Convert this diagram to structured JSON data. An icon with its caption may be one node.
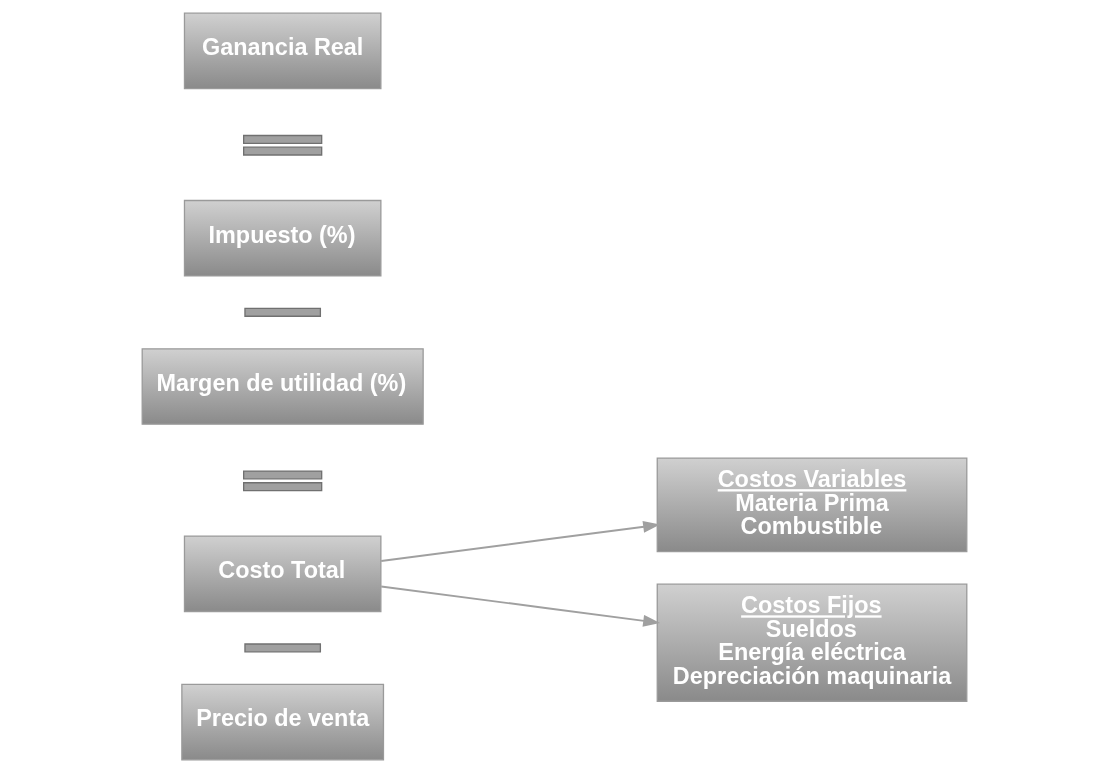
{
  "diagram": {
    "nodes": [
      {
        "text": [
          "Precio de venta"
        ]
      },
      {
        "text": [],
        "shape": "minus"
      },
      {
        "text": [
          "Costo Total"
        ]
      },
      {
        "text": [],
        "shape": "equals"
      },
      {
        "text": [
          "Margen de utilidad (%)"
        ]
      },
      {
        "text": [],
        "shape": "minus"
      },
      {
        "text": [
          "Impuesto (%)"
        ]
      },
      {
        "text": [],
        "shape": "equals"
      },
      {
        "text": [
          "Ganancia Real"
        ]
      },
      {
        "text": [
          "Costos Variables",
          "Materia Prima",
          "Combustible"
        ]
      },
      {
        "text": [
          "Costos Fijos",
          "Sueldos",
          "Energía eléctrica",
          "Depreciación maquinaria"
        ]
      }
    ],
    "edges": [
      {
        "from": 2,
        "to": 9,
        "arrow": "to"
      },
      {
        "from": 2,
        "to": 10,
        "arrow": "to"
      }
    ]
  }
}
